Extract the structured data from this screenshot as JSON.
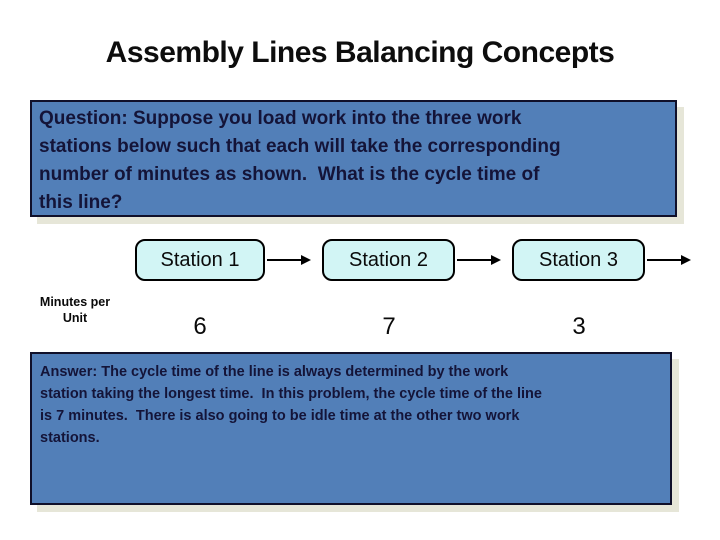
{
  "title": "Assembly Lines Balancing Concepts",
  "question_box": {
    "lines": [
      "Question: Suppose you load work into the three work",
      "stations below such that each will take the corresponding",
      "number of minutes as shown.  What is the cycle time of",
      "this line?"
    ]
  },
  "flow": {
    "row_label": {
      "line1": "Minutes per",
      "line2": "Unit"
    },
    "stations": [
      {
        "label": "Station 1",
        "minutes": "6"
      },
      {
        "label": "Station 2",
        "minutes": "7"
      },
      {
        "label": "Station 3",
        "minutes": "3"
      }
    ]
  },
  "answer_box": {
    "lines": [
      "Answer: The cycle time of the line is always determined by the work",
      "station taking the longest time.  In this problem, the cycle time of the line",
      "is 7 minutes.  There is also going to be idle time at the other two work",
      "stations."
    ]
  },
  "colors": {
    "panel_blue": "#527fb8",
    "panel_text_navy": "#141438",
    "station_fill_cyan": "#d2f5f5",
    "border_black": "#000000",
    "shadow_gray": "#e6e6d8",
    "title_black": "#0d0d0d"
  }
}
